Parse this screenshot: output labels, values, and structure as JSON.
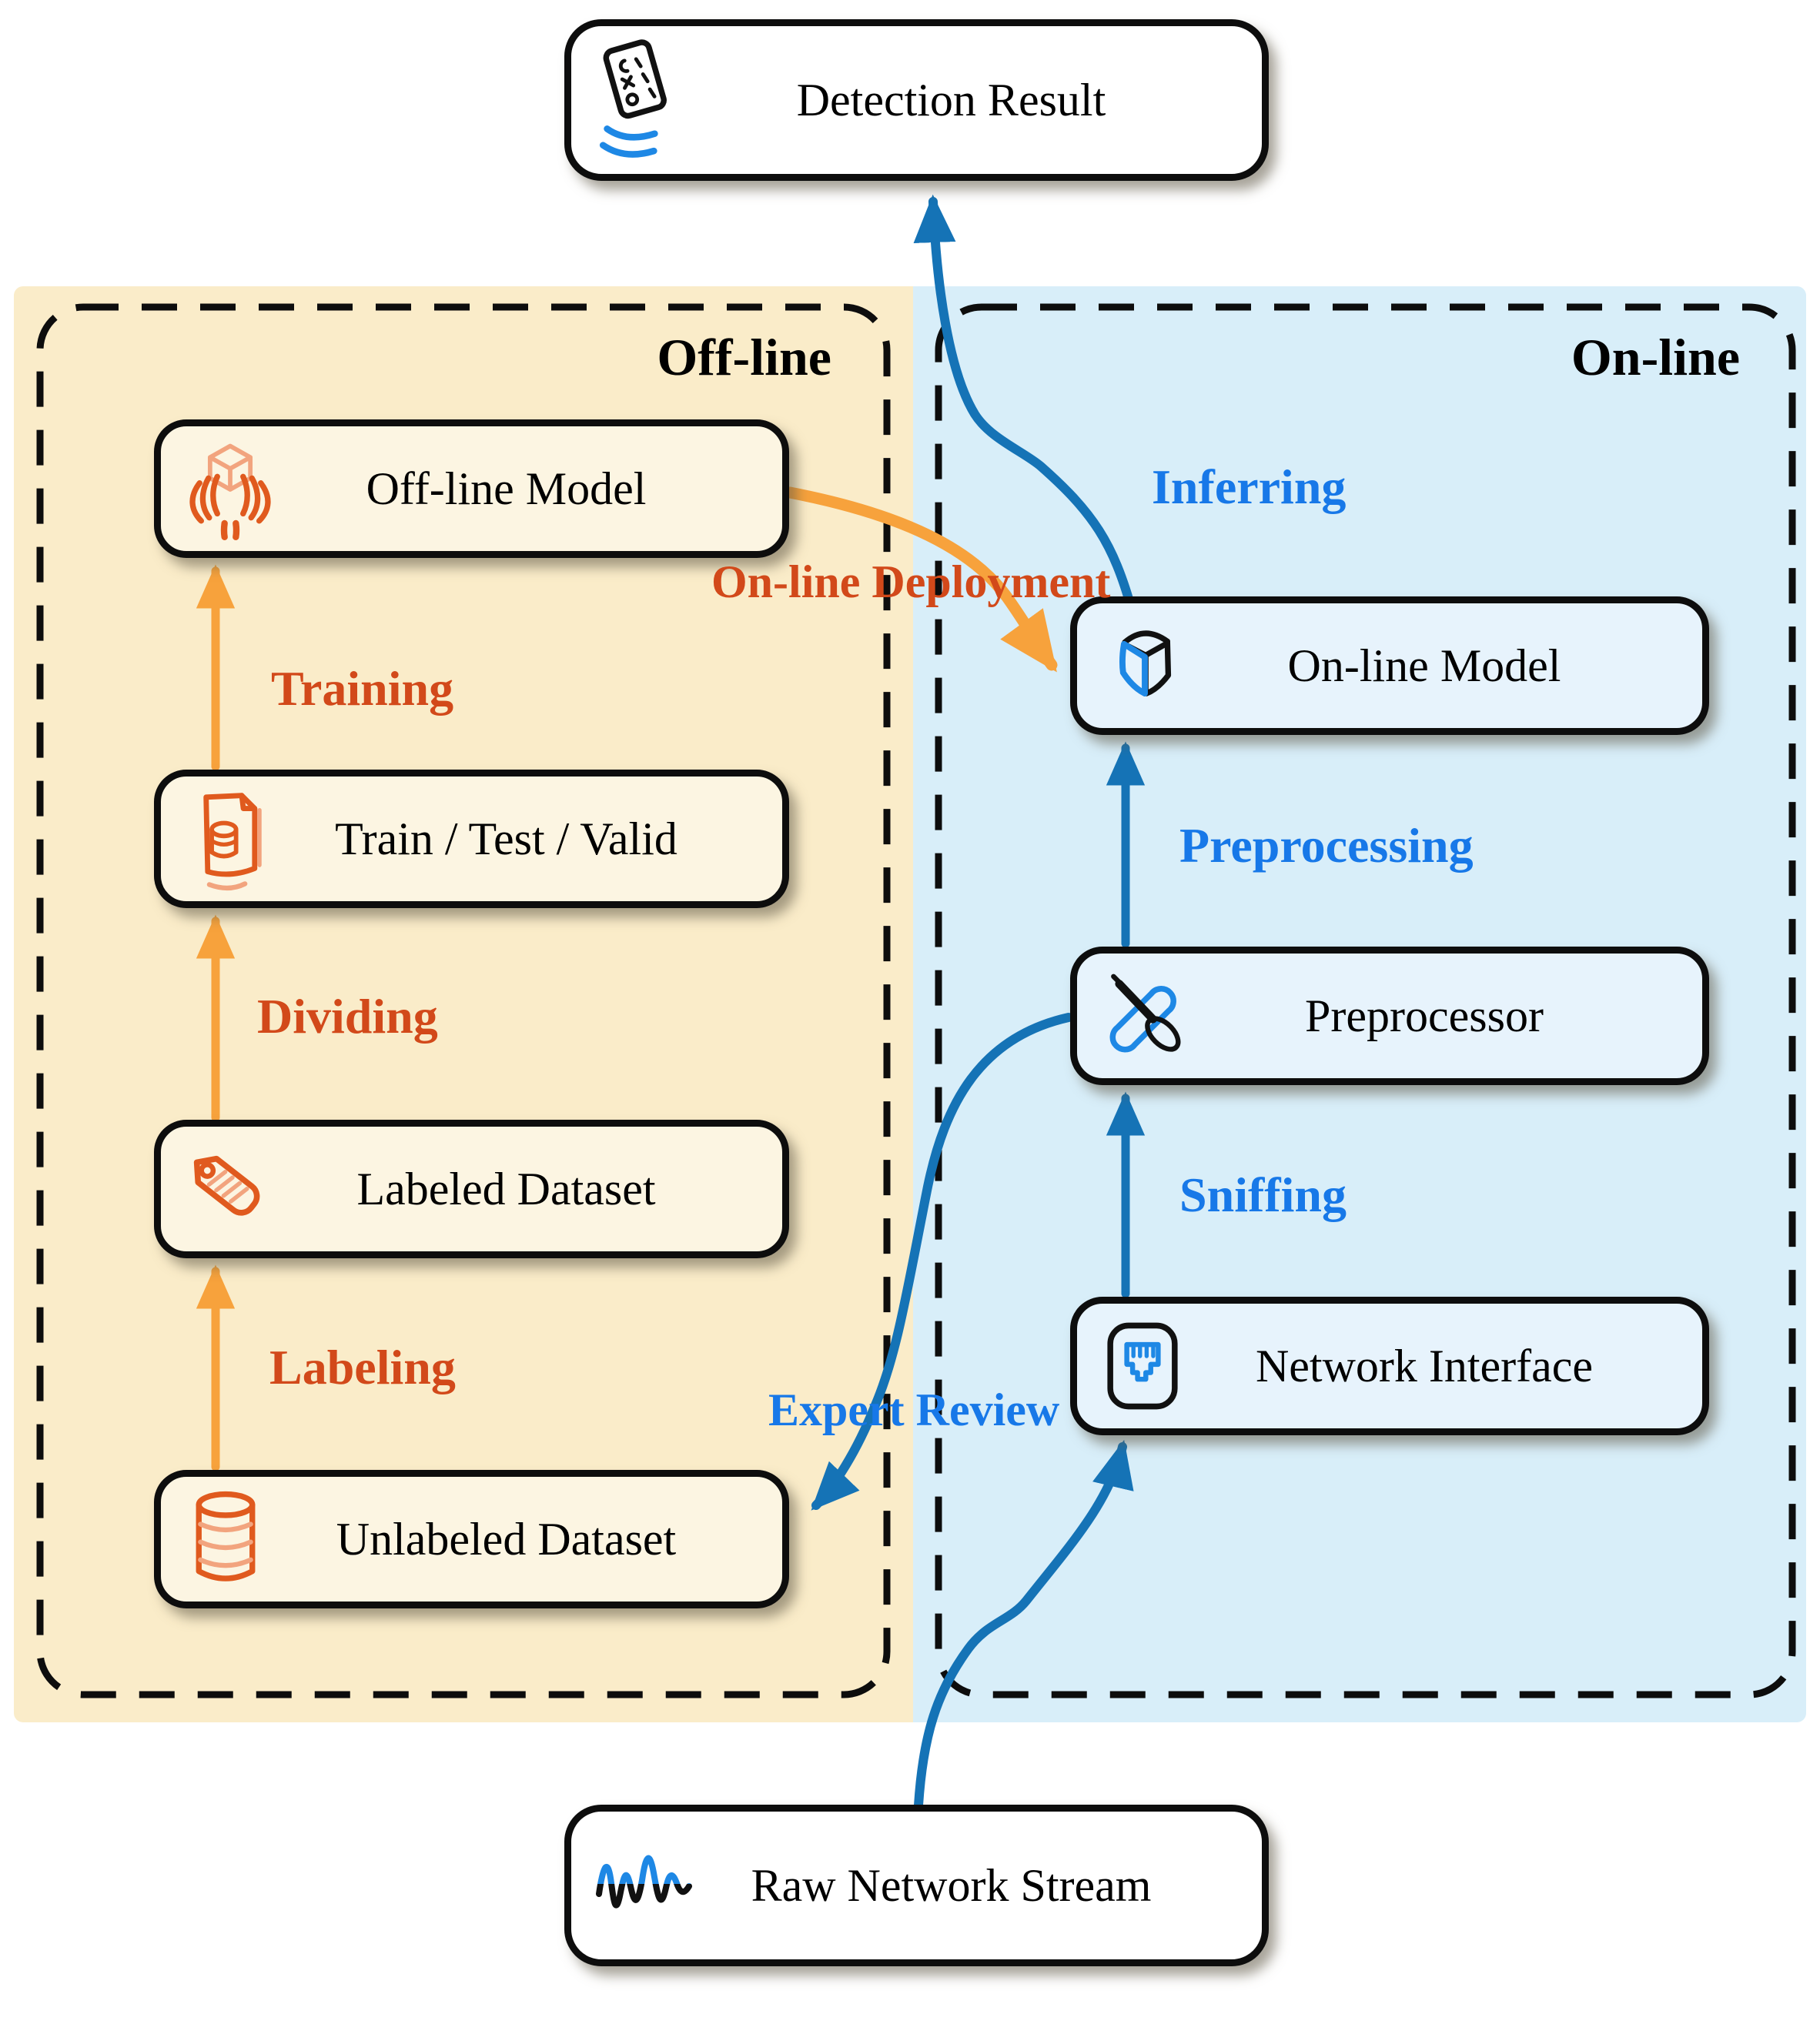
{
  "regions": {
    "offline": {
      "label": "Off-line"
    },
    "online": {
      "label": "On-line"
    }
  },
  "nodes": {
    "detection_result": {
      "label": "Detection Result",
      "icon": "checklist-icon"
    },
    "offline_model": {
      "label": "Off-line Model",
      "icon": "hands-cube-icon"
    },
    "train_test_valid": {
      "label": "Train / Test / Valid",
      "icon": "document-data-icon"
    },
    "labeled_dataset": {
      "label": "Labeled Dataset",
      "icon": "tag-icon"
    },
    "unlabeled_dataset": {
      "label": "Unlabeled Dataset",
      "icon": "database-icon"
    },
    "online_model": {
      "label": "On-line Model",
      "icon": "cube-icon"
    },
    "preprocessor": {
      "label": "Preprocessor",
      "icon": "tools-icon"
    },
    "network_interface": {
      "label": "Network Interface",
      "icon": "ethernet-port-icon"
    },
    "raw_network_stream": {
      "label": "Raw Network Stream",
      "icon": "waveform-icon"
    }
  },
  "edges": {
    "training": {
      "label": "Training"
    },
    "dividing": {
      "label": "Dividing"
    },
    "labeling": {
      "label": "Labeling"
    },
    "inferring": {
      "label": "Inferring"
    },
    "preprocessing": {
      "label": "Preprocessing"
    },
    "sniffing": {
      "label": "Sniffing"
    },
    "online_deployment": {
      "label": "On-line Deployment"
    },
    "expert_review": {
      "label": "Expert Review"
    }
  },
  "colors": {
    "offline_bg": "#FAECC9",
    "online_bg": "#D8EEF9",
    "offline_box_fill": "#FCF5E2",
    "online_box_fill": "#E7F3FC",
    "plain_box_fill": "#FFFFFF",
    "orange_arrow": "#F7A23C",
    "orange_label": "#D2491A",
    "blue_arrow": "#1573B6",
    "blue_label": "#1778E8",
    "icon_orange": "#E05A1E",
    "icon_orange_light": "#F2A47E",
    "icon_blue": "#1E88E5",
    "icon_black": "#111111",
    "box_border": "#0D0D0D"
  }
}
